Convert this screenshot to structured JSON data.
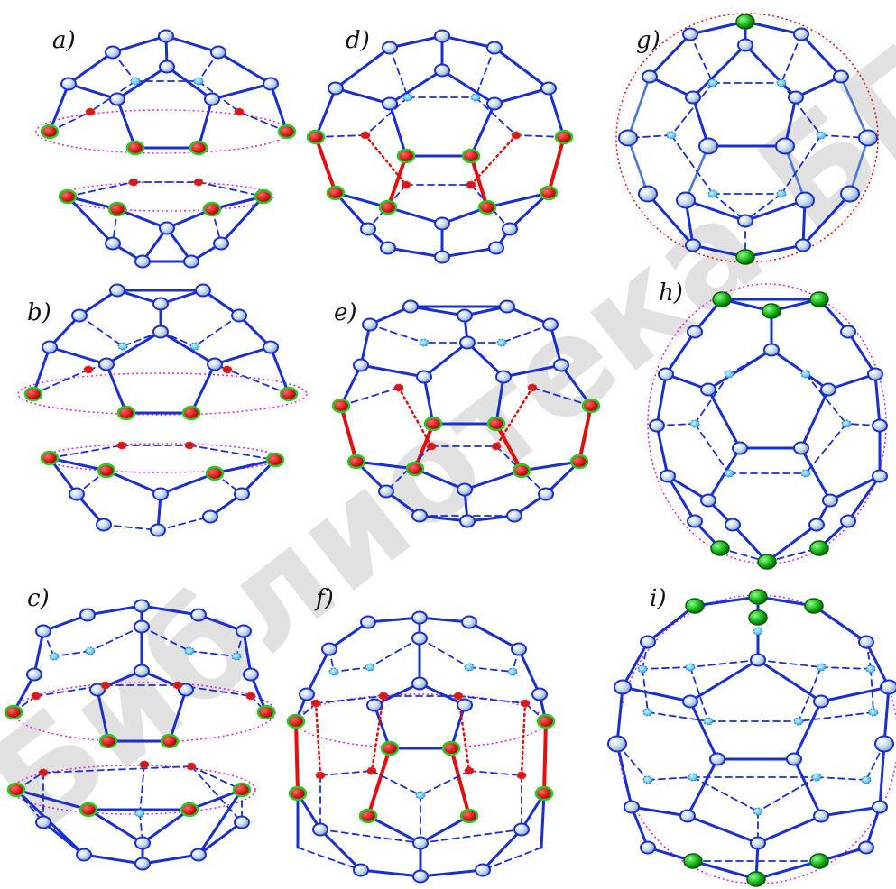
{
  "figure": {
    "panel_labels": [
      "a)",
      "b)",
      "c)",
      "d)",
      "e)",
      "f)",
      "g)",
      "h)",
      "i)"
    ],
    "watermark": "Библиотека БГУИР",
    "colors": {
      "edge": "#1a2fd0",
      "edge_highlight": "#e01010",
      "node_fill": "#b9d3ea",
      "node_stroke": "#1a2fd0",
      "highlight_node_fill": "#d81818",
      "highlight_node_stroke": "#22cc22",
      "green_node_fill": "#12b012",
      "hidden_node_fill": "#3fb7f0",
      "ellipse": "#e020e0"
    }
  }
}
